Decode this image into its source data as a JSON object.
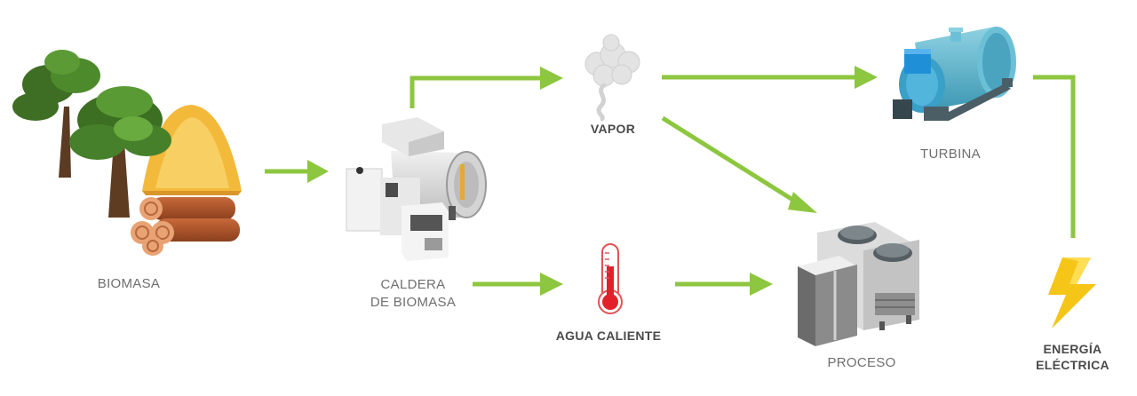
{
  "colors": {
    "arrow": "#8dc63f",
    "label_gray": "#6f6f6f",
    "label_dark": "#4a4a4a",
    "lightning": "#f5c518"
  },
  "nodes": {
    "biomasa": {
      "label": "BIOMASA",
      "icon": "trees-hay-logs-icon"
    },
    "caldera": {
      "label_line1": "CALDERA",
      "label_line2": "DE BIOMASA",
      "icon": "biomass-boiler-icon"
    },
    "vapor": {
      "label": "VAPOR",
      "icon": "steam-cloud-icon"
    },
    "agua": {
      "label": "AGUA CALIENTE",
      "icon": "thermometer-icon"
    },
    "turbina": {
      "label": "TURBINA",
      "icon": "turbine-icon"
    },
    "proceso": {
      "label": "PROCESO",
      "icon": "industrial-process-icon"
    },
    "energia": {
      "label_line1": "ENERGÍA",
      "label_line2": "ELÉCTRICA",
      "icon": "lightning-bolt-icon"
    }
  }
}
